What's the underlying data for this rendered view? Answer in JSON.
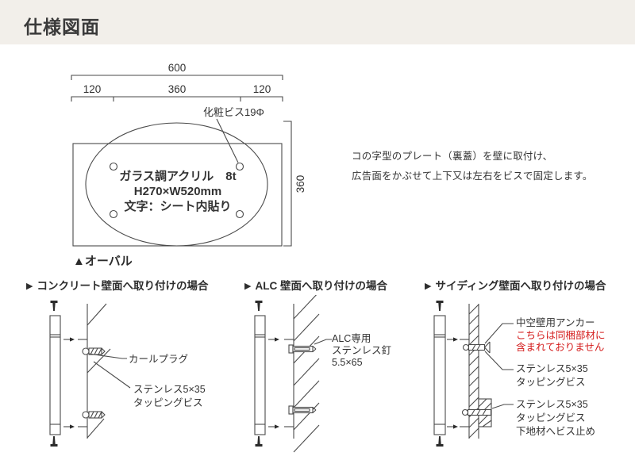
{
  "page": {
    "title": "仕様図面"
  },
  "drawing": {
    "dim_total": "600",
    "dim_left": "120",
    "dim_center": "360",
    "dim_right": "120",
    "dim_height": "360",
    "screw_label": "化粧ビス19Φ",
    "plate_line1": "ガラス調アクリル　8t",
    "plate_line2": "H270×W520mm",
    "plate_line3": "文字：シート内貼り",
    "caption": "▲オーバル"
  },
  "description": {
    "line1": "コの字型のプレート（裏蓋）を壁に取付け、",
    "line2": "広告面をかぶせて上下又は左右をビスで固定します。"
  },
  "sections": {
    "marker": "▶",
    "concrete": {
      "title": "コンクリート壁面へ取り付けの場合",
      "label1": "カールプラグ",
      "label2_line1": "ステンレス5×35",
      "label2_line2": "タッピングビス"
    },
    "alc": {
      "title": "ALC 壁面へ取り付けの場合",
      "label1_line1": "ALC専用",
      "label1_line2": "ステンレス釘",
      "label1_line3": "5.5×65"
    },
    "siding": {
      "title": "サイディング壁面へ取り付けの場合",
      "label1_line1": "中空壁用アンカー",
      "label1_note1": "こちらは同梱部材に",
      "label1_note2": "含まれておりません",
      "label2_line1": "ステンレス5×35",
      "label2_line2": "タッピングビス",
      "label3_line1": "ステンレス5×35",
      "label3_line2": "タッピングビス",
      "label3_line3": "下地材へビス止め"
    }
  },
  "colors": {
    "header_bg": "#f2efea",
    "line": "#4a4a4a",
    "text": "#333333",
    "warning_red": "#d41c1c"
  }
}
